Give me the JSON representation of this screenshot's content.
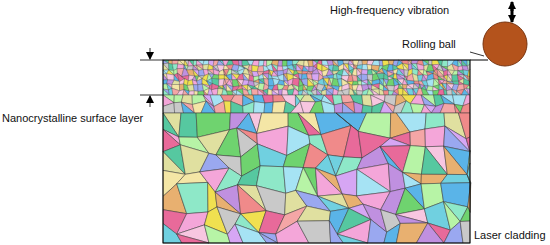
{
  "diagram": {
    "labels": [
      "High-frequency vibration",
      "Rolling ball",
      "Nanocrystalline surface layer",
      "Laser cladding"
    ]
  }
}
